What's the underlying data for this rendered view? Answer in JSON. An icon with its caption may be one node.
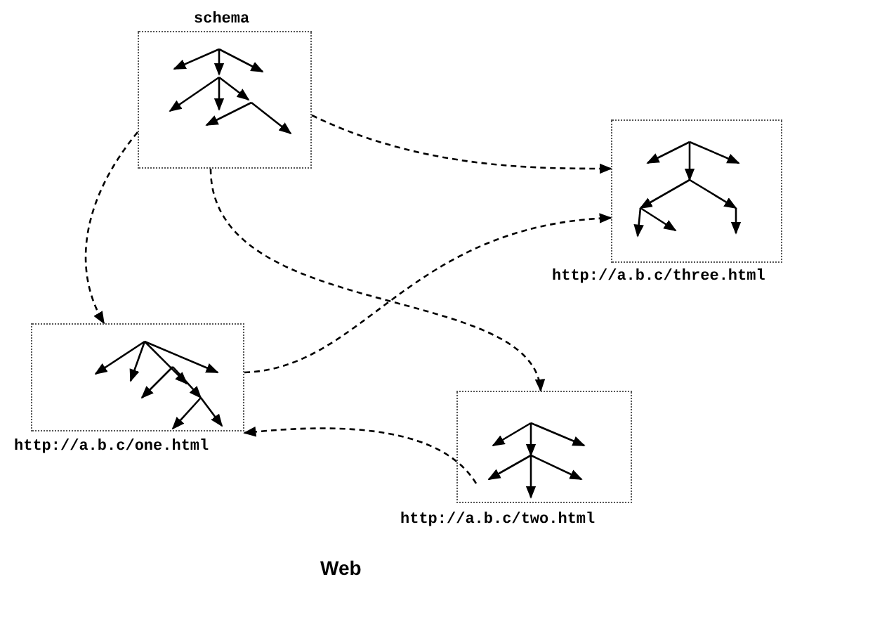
{
  "diagram": {
    "caption": "Web",
    "nodes": [
      {
        "text": [
          "schema"
        ]
      },
      {
        "text": [
          "http://a.b.c/three.html"
        ]
      },
      {
        "text": [
          "http://a.b.c/one.html"
        ]
      },
      {
        "text": [
          "http://a.b.c/two.html"
        ]
      }
    ],
    "edges": [
      {
        "from": 0,
        "to": 1,
        "arrow": "to",
        "style": "dashed"
      },
      {
        "from": 0,
        "to": 2,
        "arrow": "to",
        "style": "dashed"
      },
      {
        "from": 0,
        "to": 3,
        "arrow": "to",
        "style": "dashed"
      },
      {
        "from": 2,
        "to": 1,
        "arrow": "to",
        "style": "dashed"
      },
      {
        "from": 3,
        "to": 2,
        "arrow": "to",
        "style": "dashed"
      }
    ]
  }
}
